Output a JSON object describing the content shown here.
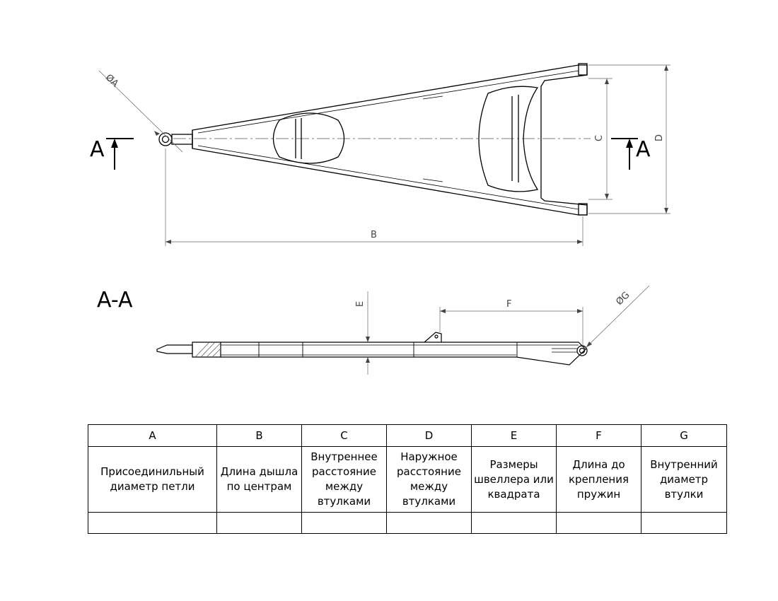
{
  "drawing": {
    "plan_view": {
      "section_mark_left": "A",
      "section_mark_right": "A",
      "dimensions": {
        "dia_a": "ØA",
        "b": "B",
        "c": "C",
        "d": "D"
      }
    },
    "section_view": {
      "title": "A-A",
      "dimensions": {
        "e": "E",
        "f": "F",
        "dia_g": "ØG"
      }
    }
  },
  "table": {
    "headers": [
      "A",
      "B",
      "C",
      "D",
      "E",
      "F",
      "G"
    ],
    "descriptions": [
      "Присоединильный диаметр петли",
      "Длина дышла по центрам",
      "Внутреннее расстояние между втулками",
      "Наружное расстояние между втулками",
      "Размеры швеллера или квадрата",
      "Длина до крепления пружин",
      "Внутренний диаметр втулки"
    ],
    "values": [
      "",
      "",
      "",
      "",
      "",
      "",
      ""
    ]
  }
}
